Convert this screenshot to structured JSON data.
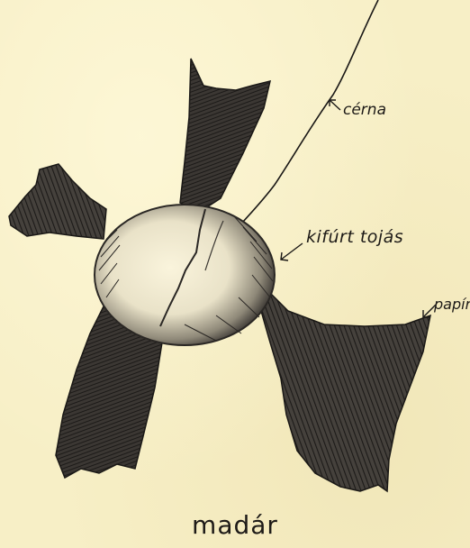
{
  "labels": {
    "thread": "cérna",
    "egg": "kifúrt tojás",
    "paper": "papír"
  },
  "caption": "madár"
}
